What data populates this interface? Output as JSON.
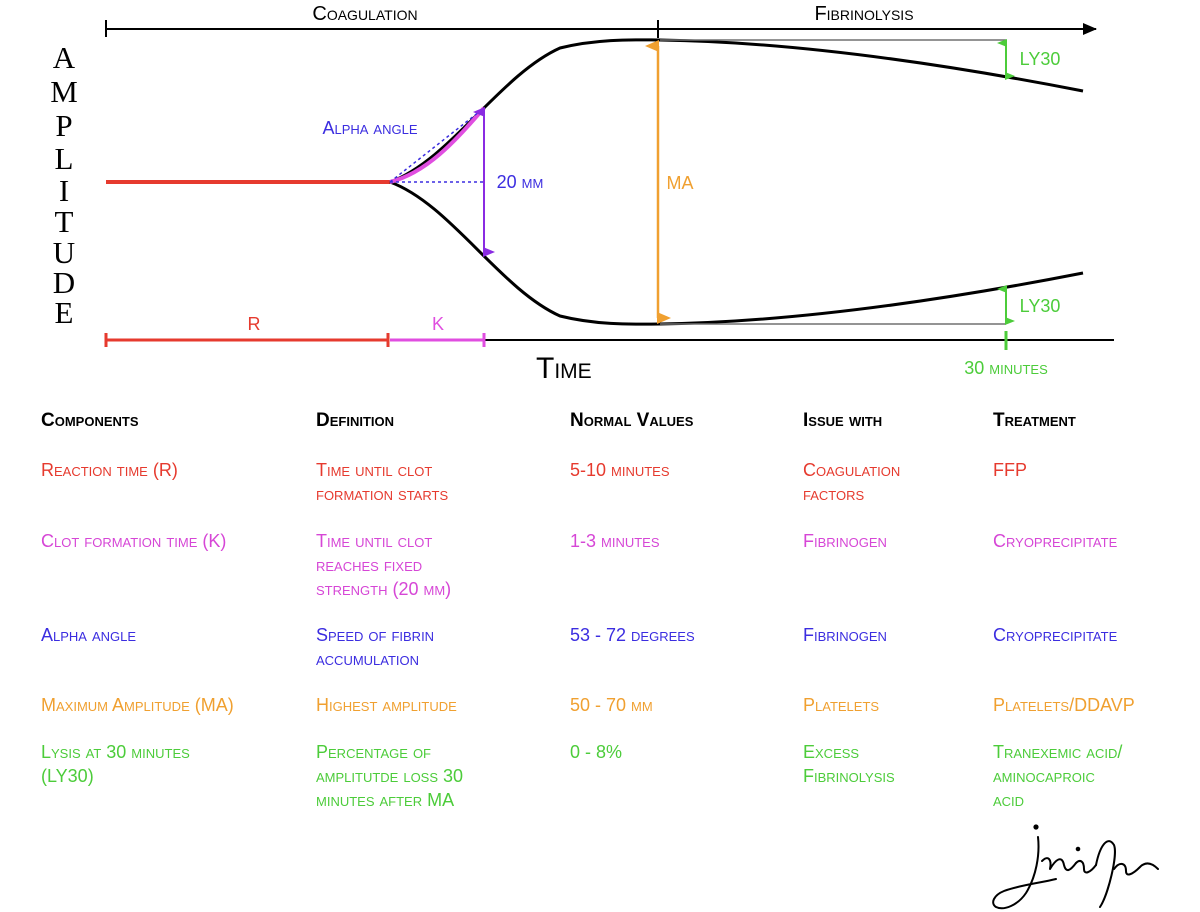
{
  "diagram": {
    "phase_coagulation": "Coagulation",
    "phase_fibrinolysis": "Fibrinolysis",
    "y_axis_label": "AMPLITUDE",
    "x_axis_label": "Time",
    "alpha_angle_label": "Alpha angle",
    "twenty_mm_label": "20 mm",
    "ma_label": "MA",
    "ly30_top_label": "LY30",
    "ly30_bottom_label": "LY30",
    "r_label": "R",
    "k_label": "K",
    "thirty_min_label": "30 minutes"
  },
  "colors": {
    "black": "#000000",
    "r": "#e63a2e",
    "k": "#e04ee0",
    "alpha": "#3b2de0",
    "twenty_mm": "#8a2be2",
    "ma": "#f0a030",
    "ly30": "#4ccc3a",
    "ref_line": "#707070"
  },
  "table": {
    "headers": [
      "Components",
      "Definition",
      "Normal Values",
      "Issue with",
      "Treatment"
    ],
    "rows": [
      {
        "color": "#e63a2e",
        "cells": [
          "Reaction time (R)",
          "Time until clot\nformation starts",
          "5-10 minutes",
          "Coagulation\nfactors",
          "FFP"
        ]
      },
      {
        "color": "#d646d6",
        "cells": [
          "Clot formation time (K)",
          "Time until clot\nreaches fixed\nstrength (20 mm)",
          "1-3 minutes",
          "Fibrinogen",
          "Cryoprecipitate"
        ]
      },
      {
        "color": "#3b2de0",
        "cells": [
          "Alpha angle",
          "Speed of fibrin\naccumulation",
          "53 - 72 degrees",
          "Fibrinogen",
          "Cryoprecipitate"
        ]
      },
      {
        "color": "#f0a030",
        "cells": [
          "Maximum Amplitude (MA)",
          "Highest amplitude",
          "50 - 70 mm",
          "Platelets",
          "Platelets/DDAVP"
        ]
      },
      {
        "color": "#4ccc3a",
        "cells": [
          "Lysis at 30 minutes\n(LY30)",
          "Percentage of\namplitutde loss 30\nminutes after MA",
          "0 - 8%",
          "Excess\nFibrinolysis",
          "Tranexemic acid/\naminocaproic\nacid"
        ]
      }
    ]
  }
}
